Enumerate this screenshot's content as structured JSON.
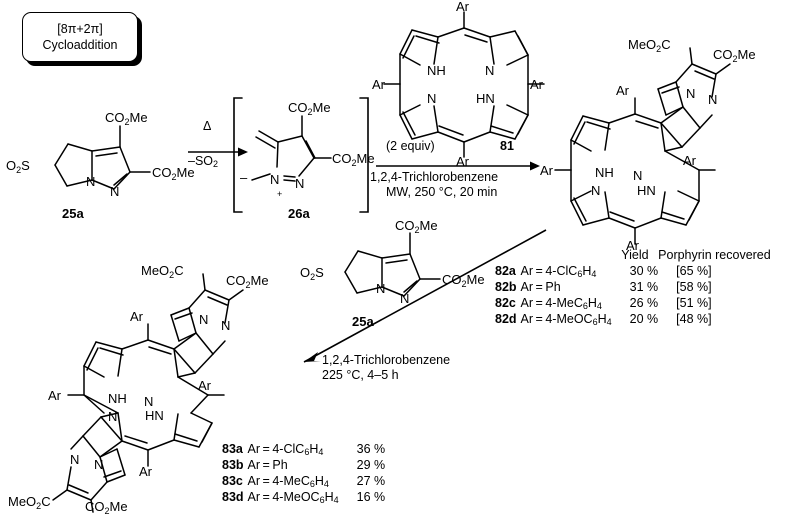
{
  "callout": {
    "line1": "[8π+2π]",
    "line2": "Cycloaddition"
  },
  "reactants": {
    "sulfolene_label": "25a",
    "sulfolene_label_2": "25a",
    "ylide_label": "26a",
    "porphyrin_label": "81"
  },
  "step1": {
    "arrow_above": "Δ",
    "arrow_below": "–SO₂",
    "equiv": "(2 equiv)",
    "solvent": "1,2,4-Trichlorobenzene",
    "conditions": "MW, 250 °C, 20 min"
  },
  "step2": {
    "solvent": "1,2,4-Trichlorobenzene",
    "conditions": "225 °C, 4–5 h"
  },
  "groups": {
    "ar": "Ar",
    "nh": "NH",
    "hn": "HN",
    "n": "N",
    "co2me": "CO₂Me",
    "meo2c": "MeO₂C",
    "o2s": "O₂S",
    "s": "S",
    "plus": "+",
    "minus": "–"
  },
  "table82": {
    "header_yield": "Yield",
    "header_recovered": "Porphyrin recovered",
    "rows": [
      {
        "code": "82a",
        "substituent": "Ar = 4-ClC₆H₄",
        "yield": "30 %",
        "recovered": "[65 %]"
      },
      {
        "code": "82b",
        "substituent": "Ar = Ph",
        "yield": "31 %",
        "recovered": "[58 %]"
      },
      {
        "code": "82c",
        "substituent": "Ar = 4-MeC₆H₄",
        "yield": "26 %",
        "recovered": "[51 %]"
      },
      {
        "code": "82d",
        "substituent": "Ar = 4-MeOC₆H₄",
        "yield": "20 %",
        "recovered": "[48 %]"
      }
    ]
  },
  "table83": {
    "rows": [
      {
        "code": "83a",
        "substituent": "Ar = 4-ClC₆H₄",
        "yield": "36 %"
      },
      {
        "code": "83b",
        "substituent": "Ar = Ph",
        "yield": "29 %"
      },
      {
        "code": "83c",
        "substituent": "Ar = 4-MeC₆H₄",
        "yield": "27 %"
      },
      {
        "code": "83d",
        "substituent": "Ar = 4-MeOC₆H₄",
        "yield": "16 %"
      }
    ]
  },
  "style": {
    "line_color": "#000000",
    "background": "#ffffff"
  }
}
